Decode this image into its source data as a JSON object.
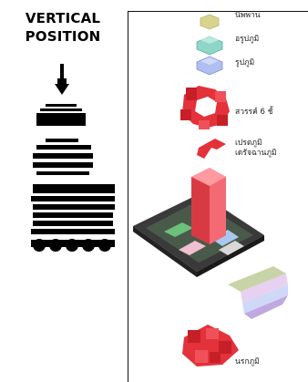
{
  "left_panel": {
    "title_line1": "VERTICAL",
    "title_line2": "POSITION"
  },
  "levels": [
    {
      "label": "นิพพาน",
      "color": "#d4d08a"
    },
    {
      "label": "อรูปภูมิ",
      "color": "#7fd0c0"
    },
    {
      "label": "รูปภูมิ",
      "color": "#a8b8ee"
    },
    {
      "label": "สวรรค์ 6 ชั้",
      "color": "#e8303a"
    },
    {
      "label": "เปรตภูมิ",
      "color": "#e8303a"
    },
    {
      "label": "เดรัจฉานภูมิ",
      "color": "#e8303a"
    },
    {
      "label": "นรกภูมิ",
      "color": "#e8303a"
    }
  ],
  "icons": [
    "vertical-arrow-icon",
    "pagoda-spire-icon",
    "pagoda-tier-icon",
    "pagoda-base-icon"
  ]
}
